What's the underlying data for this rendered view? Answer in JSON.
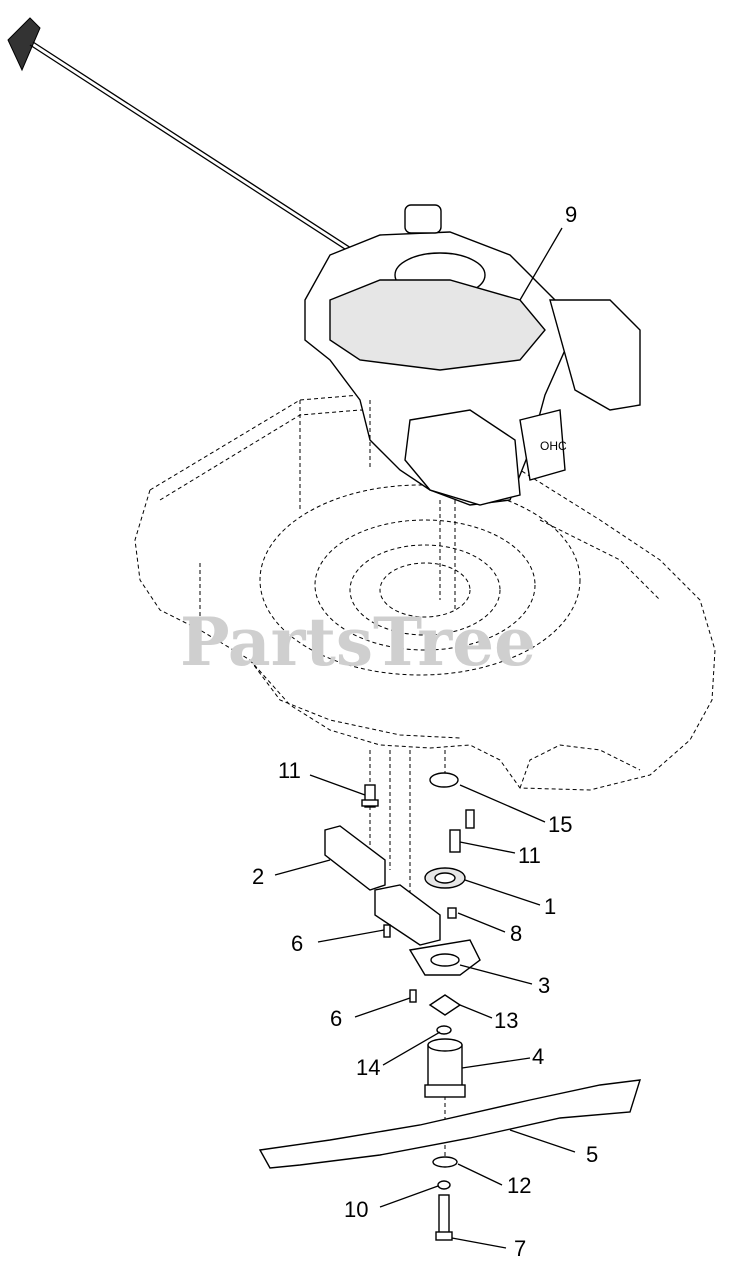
{
  "watermark": "PartsTree",
  "engine_badge": "OHC",
  "callouts": [
    {
      "id": "9",
      "label": "9"
    },
    {
      "id": "11a",
      "label": "11"
    },
    {
      "id": "15",
      "label": "15"
    },
    {
      "id": "11b",
      "label": "11"
    },
    {
      "id": "2",
      "label": "2"
    },
    {
      "id": "1",
      "label": "1"
    },
    {
      "id": "8",
      "label": "8"
    },
    {
      "id": "6a",
      "label": "6"
    },
    {
      "id": "3",
      "label": "3"
    },
    {
      "id": "6b",
      "label": "6"
    },
    {
      "id": "13",
      "label": "13"
    },
    {
      "id": "14",
      "label": "14"
    },
    {
      "id": "4",
      "label": "4"
    },
    {
      "id": "5",
      "label": "5"
    },
    {
      "id": "10",
      "label": "10"
    },
    {
      "id": "12",
      "label": "12"
    },
    {
      "id": "7",
      "label": "7"
    }
  ]
}
